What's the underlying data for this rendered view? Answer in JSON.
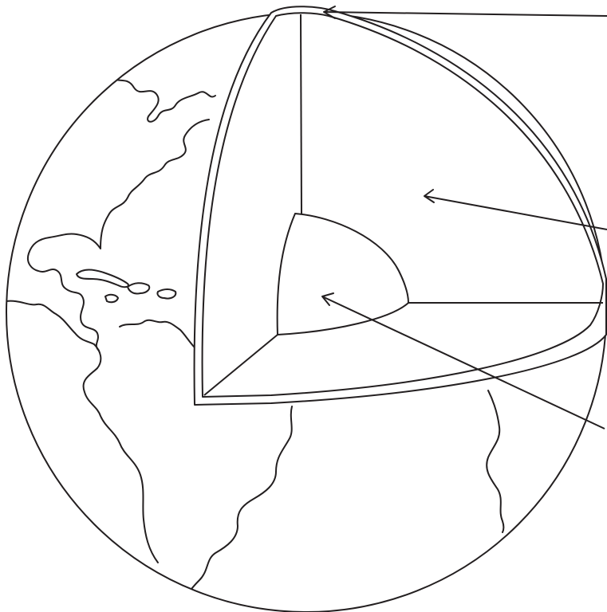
{
  "diagram": {
    "subject": "earth-interior-cutaway",
    "colors": {
      "ink": "#231f20",
      "background": "#ffffff",
      "fill": "#ffffff"
    },
    "layers": [
      "crust",
      "mantle",
      "core"
    ],
    "label_arrows": [
      {
        "points_to": "crust"
      },
      {
        "points_to": "mantle"
      },
      {
        "points_to": "core"
      }
    ]
  }
}
